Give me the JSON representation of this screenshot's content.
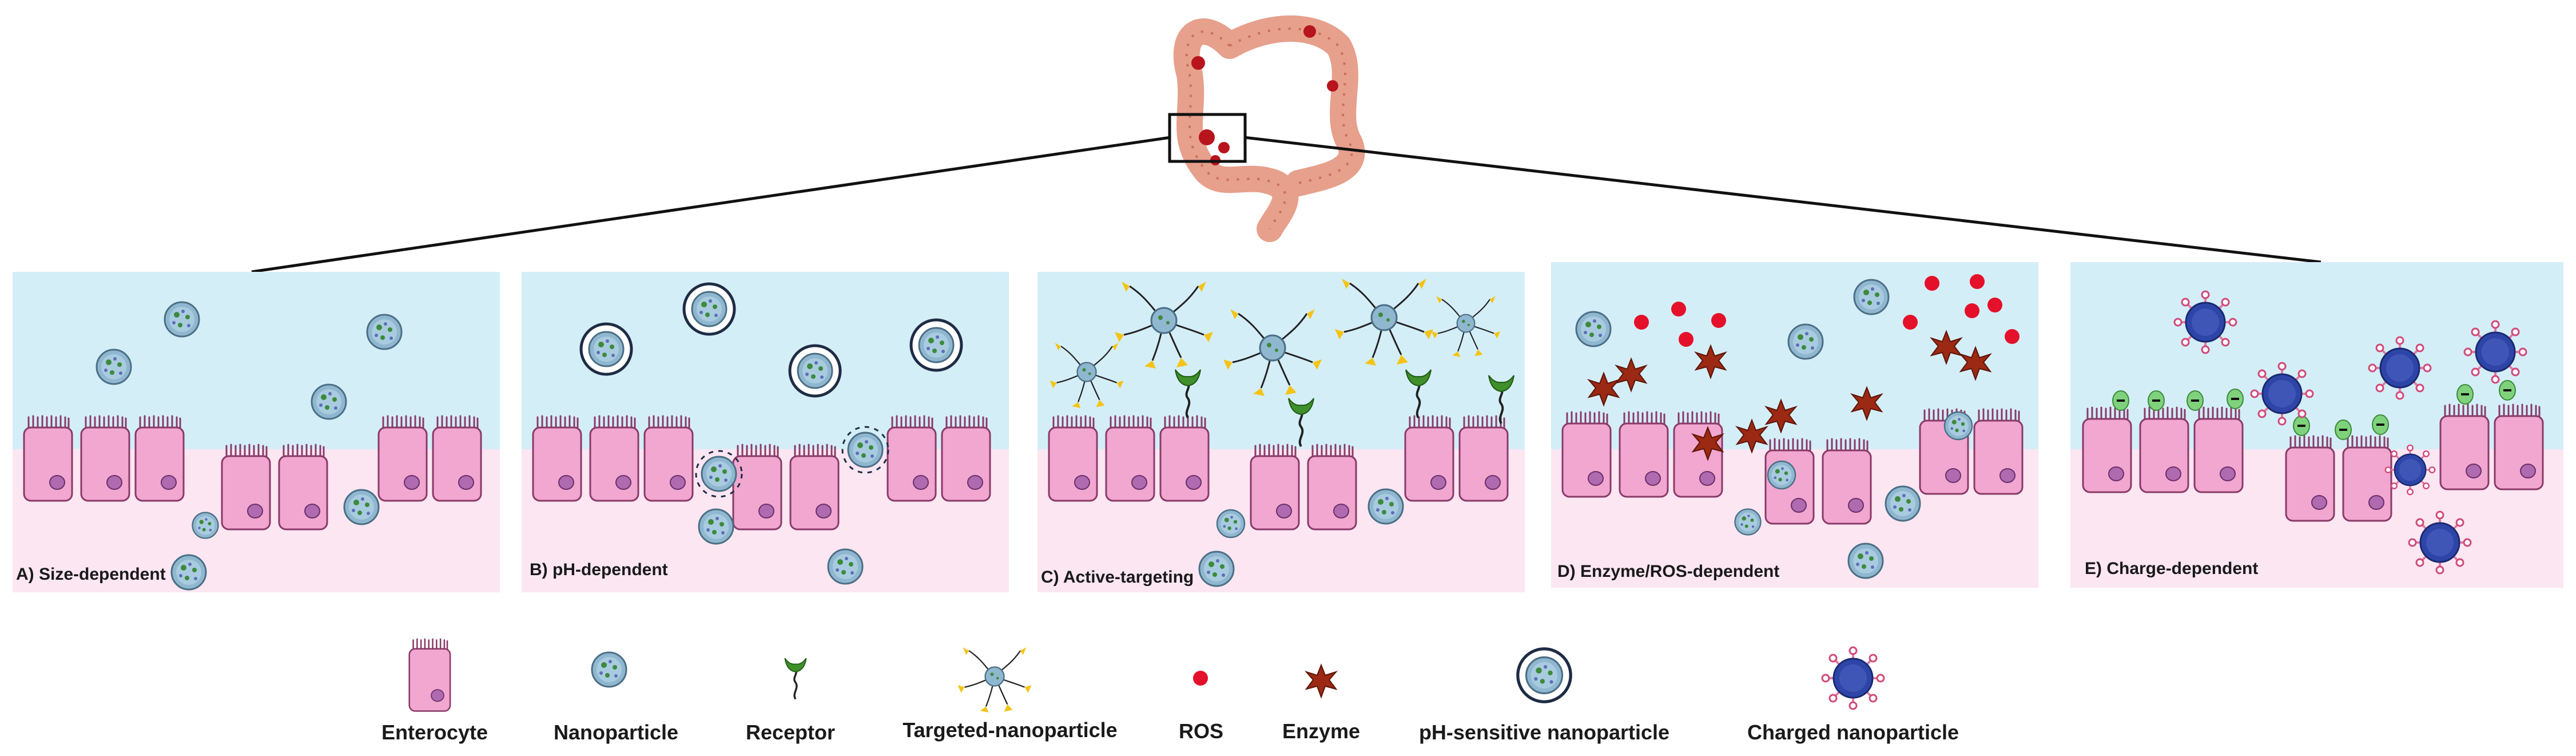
{
  "panels": [
    {
      "label": "A) Size-dependent"
    },
    {
      "label": "B) pH-dependent"
    },
    {
      "label": "C) Active-targeting"
    },
    {
      "label": "D) Enzyme/ROS-dependent"
    },
    {
      "label": "E) Charge-dependent"
    }
  ],
  "legend": [
    {
      "label": "Enterocyte",
      "icon": "enterocyte-icon"
    },
    {
      "label": "Nanoparticle",
      "icon": "nanoparticle-icon"
    },
    {
      "label": "Receptor",
      "icon": "receptor-icon"
    },
    {
      "label": "Targeted-nanoparticle",
      "icon": "targeted-nanoparticle-icon"
    },
    {
      "label": "ROS",
      "icon": "ros-icon"
    },
    {
      "label": "Enzyme",
      "icon": "enzyme-icon"
    },
    {
      "label": "pH-sensitive nanoparticle",
      "icon": "ph-sensitive-nanoparticle-icon"
    },
    {
      "label": "Charged nanoparticle",
      "icon": "charged-nanoparticle-icon"
    }
  ],
  "colors": {
    "lumen": "#d4eef8",
    "tissue": "#fbe6f2",
    "cell_fill": "#f1a7cf",
    "cell_stroke": "#8a3a68",
    "nucleus": "#b06ab0",
    "nanoparticle": "#8fb7cf",
    "ros": "#e5102a",
    "enzyme": "#9b2914",
    "receptor": "#3f8f2a",
    "ligand": "#f4c316",
    "charged_core": "#2e45a8",
    "charged_spike": "#e07aa0",
    "negative_charge": "#7fd27b",
    "colon": "#e6a08c"
  }
}
